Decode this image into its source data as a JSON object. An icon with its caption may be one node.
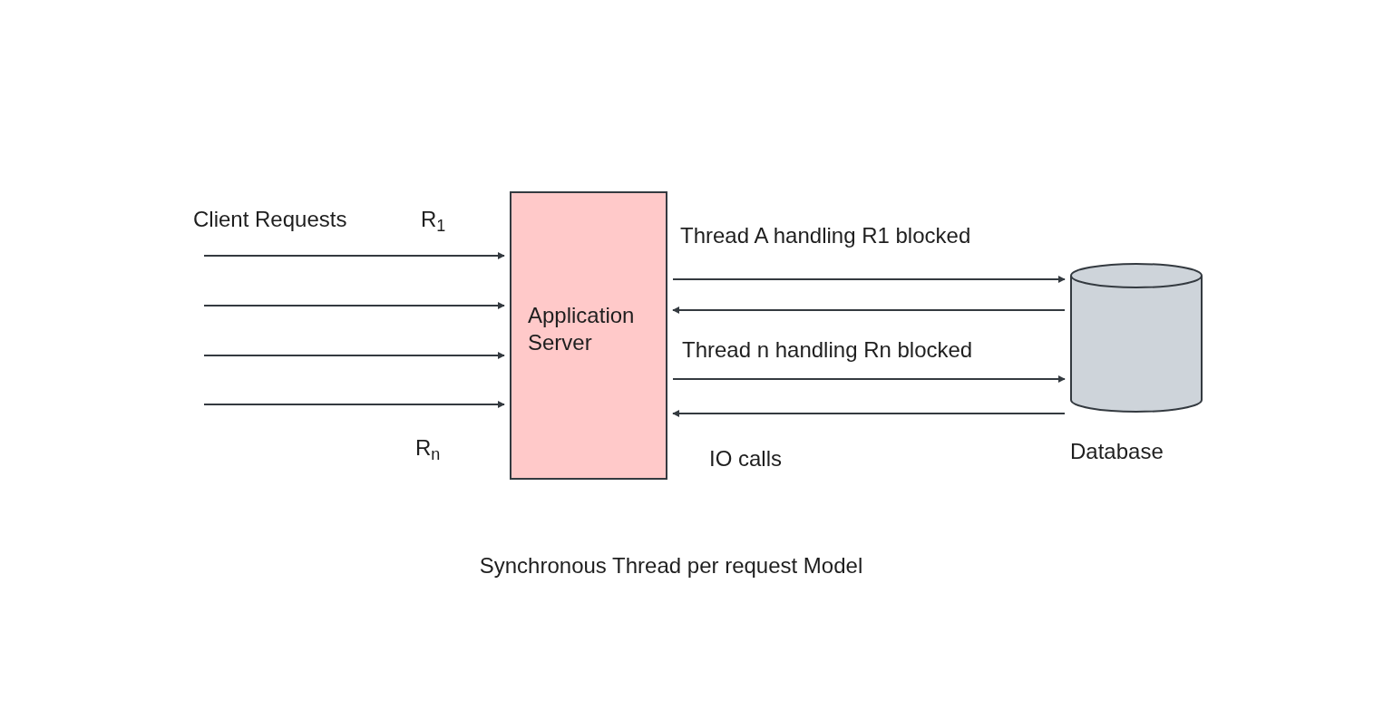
{
  "diagram": {
    "caption": "Synchronous Thread per request Model",
    "nodes": [
      {
        "text": [
          "Application Server"
        ]
      },
      {
        "text": [
          "Database"
        ]
      }
    ],
    "edges": [
      {
        "from": null,
        "to": 0,
        "arrow": "to"
      },
      {
        "from": null,
        "to": 0,
        "arrow": "to"
      },
      {
        "from": null,
        "to": 0,
        "arrow": "to"
      },
      {
        "from": null,
        "to": 0,
        "arrow": "to"
      },
      {
        "from": 0,
        "to": 1,
        "arrow": "to"
      },
      {
        "from": 1,
        "to": 0,
        "arrow": "to"
      },
      {
        "from": 0,
        "to": 1,
        "arrow": "to"
      },
      {
        "from": 1,
        "to": 0,
        "arrow": "to"
      }
    ],
    "labels": [
      "Client Requests",
      "R$_{1}$",
      "Thread A handling R1 blocked",
      "Thread n handling Rn blocked",
      "R$_{n}$",
      "IO calls"
    ]
  }
}
